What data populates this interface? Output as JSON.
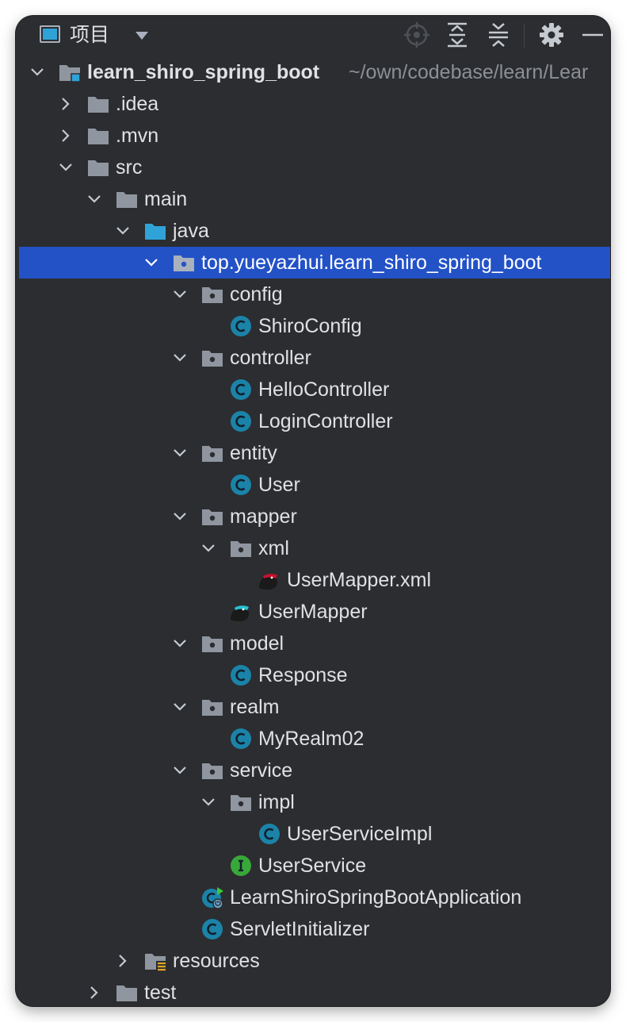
{
  "toolbar": {
    "title": "项目",
    "icons": [
      "project-view-icon",
      "dropdown-caret-icon",
      "locate-icon",
      "expand-all-icon",
      "collapse-all-icon",
      "gear-icon",
      "minimize-icon"
    ]
  },
  "tree": {
    "root": {
      "label": "learn_shiro_spring_boot",
      "path": "~/own/codebase/learn/Lear"
    },
    "idea": ".idea",
    "mvn": ".mvn",
    "src": "src",
    "main": "main",
    "java": "java",
    "package": "top.yueyazhui.learn_shiro_spring_boot",
    "config": "config",
    "shiro_config": "ShiroConfig",
    "controller": "controller",
    "hello_controller": "HelloController",
    "login_controller": "LoginController",
    "entity": "entity",
    "user": "User",
    "mapper": "mapper",
    "xml": "xml",
    "user_mapper_xml": "UserMapper.xml",
    "user_mapper": "UserMapper",
    "model": "model",
    "response": "Response",
    "realm": "realm",
    "my_realm": "MyRealm02",
    "service": "service",
    "impl": "impl",
    "user_service_impl": "UserServiceImpl",
    "user_service": "UserService",
    "application": "LearnShiroSpringBootApplication",
    "servlet_initializer": "ServletInitializer",
    "resources": "resources",
    "test": "test"
  },
  "colors": {
    "background": "#2b2d30",
    "selection": "#2352c7",
    "text": "#dfe1e5",
    "folder": "#8f96a0",
    "class_icon": "#1c83a8",
    "interface_icon": "#39a83a",
    "source_folder": "#2fa3d8"
  }
}
